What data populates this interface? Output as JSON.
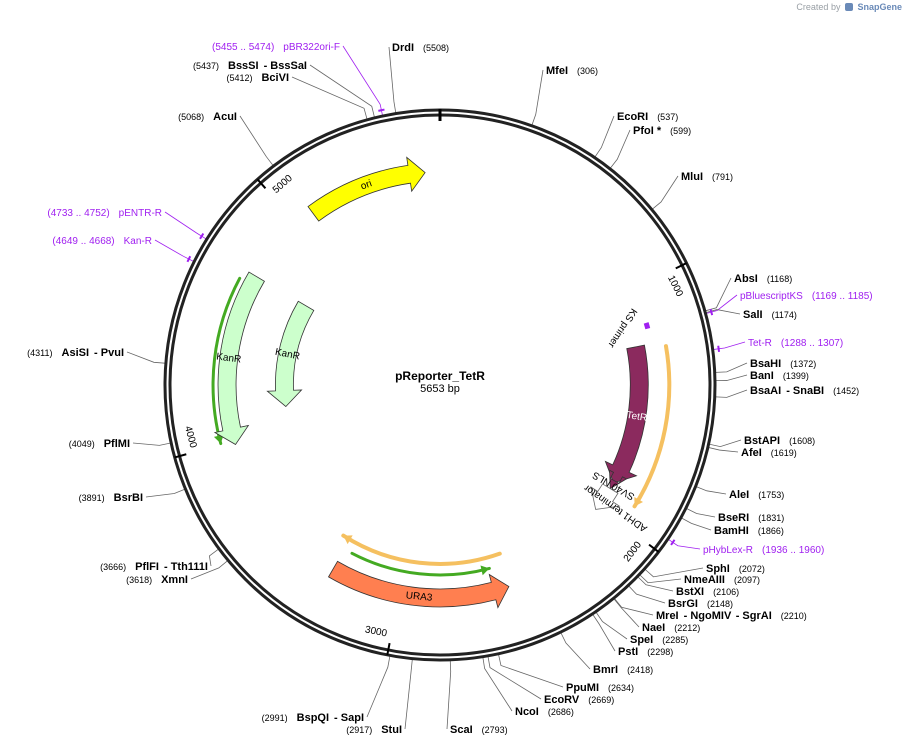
{
  "credit": {
    "prefix": "Created by",
    "brand": "SnapGene"
  },
  "plasmid": {
    "name": "pReporter_TetR",
    "size": "5653 bp",
    "length": 5653
  },
  "colors": {
    "ori": "#ffff00",
    "kanr": "#ccffcc",
    "tetr": "#8b2a5e",
    "ura3": "#ff7f50",
    "primer": "#a020f0",
    "orange_outline": "#f5c060",
    "green_outline": "#44aa22",
    "nls": "#8b2a5e"
  },
  "ticks": [
    {
      "pos": 1000,
      "label": "1000"
    },
    {
      "pos": 2000,
      "label": "2000"
    },
    {
      "pos": 3000,
      "label": "3000"
    },
    {
      "pos": 4000,
      "label": "4000"
    },
    {
      "pos": 5000,
      "label": "5000"
    }
  ],
  "features": [
    {
      "name": "ori",
      "label": "ori",
      "start": 5080,
      "end": 5590,
      "strand": 1,
      "track": 0.78,
      "kind": "ori"
    },
    {
      "name": "kanr-outer",
      "label": "KanR",
      "start": 3985,
      "end": 4720,
      "strand": -1,
      "track": 0.78,
      "kind": "kanr"
    },
    {
      "name": "kanr-inner",
      "label": "KanR",
      "start": 4115,
      "end": 4720,
      "strand": -1,
      "track": 0.57,
      "kind": "kanr"
    },
    {
      "name": "tetr",
      "label": "TetR",
      "start": 1240,
      "end": 1875,
      "strand": 1,
      "track": 0.73,
      "kind": "tetr"
    },
    {
      "name": "sv40-nls",
      "label": "SV40 NLS",
      "start": 1865,
      "end": 1905,
      "strand": 1,
      "track": 0.73,
      "kind": "nls"
    },
    {
      "name": "adh1-terminator",
      "label": "ADH1 terminator",
      "start": 1905,
      "end": 2020,
      "strand": 1,
      "track": 0.73,
      "kind": "term"
    },
    {
      "name": "ura3",
      "label": "URA3",
      "start": 2530,
      "end": 3300,
      "strand": -1,
      "track": 0.78,
      "kind": "ura3"
    }
  ],
  "primers": [
    {
      "name": "ks-primer",
      "label": "KS primer",
      "start": 1150,
      "end": 1175,
      "kind": "interior"
    }
  ],
  "sites": [
    {
      "name": "DrdI",
      "pos": 5508,
      "left": [],
      "right": [
        {
          "t": "DrdI",
          "b": true
        },
        {
          "t": "(5508)"
        }
      ]
    },
    {
      "name": "MfeI",
      "pos": 306,
      "right": [
        {
          "t": "MfeI",
          "b": true
        },
        {
          "t": "(306)"
        }
      ]
    },
    {
      "name": "EcoRI",
      "pos": 537,
      "right": [
        {
          "t": "EcoRI",
          "b": true
        },
        {
          "t": "(537)"
        }
      ]
    },
    {
      "name": "PfoI",
      "pos": 599,
      "right": [
        {
          "t": "PfoI *",
          "b": true
        },
        {
          "t": "(599)"
        }
      ]
    },
    {
      "name": "MluI",
      "pos": 791,
      "right": [
        {
          "t": "MluI",
          "b": true
        },
        {
          "t": "(791)"
        }
      ]
    },
    {
      "name": "AbsI",
      "pos": 1168,
      "right": [
        {
          "t": "AbsI",
          "b": true
        },
        {
          "t": "(1168)"
        }
      ]
    },
    {
      "name": "pBluescriptKS",
      "pos": 1177,
      "primer": true,
      "right": [
        {
          "t": "pBluescriptKS",
          "p": true
        },
        {
          "t": "(1169 .. 1185)",
          "p": true
        }
      ]
    },
    {
      "name": "SalI",
      "pos": 1174,
      "right": [
        {
          "t": "SalI",
          "b": true
        },
        {
          "t": "(1174)"
        }
      ]
    },
    {
      "name": "Tet-R",
      "pos": 1297,
      "primer": true,
      "right": [
        {
          "t": "Tet-R",
          "p": true
        },
        {
          "t": "(1288 .. 1307)",
          "p": true
        }
      ]
    },
    {
      "name": "BsaHI",
      "pos": 1372,
      "right": [
        {
          "t": "BsaHI",
          "b": true
        },
        {
          "t": "(1372)"
        }
      ]
    },
    {
      "name": "BanI",
      "pos": 1399,
      "right": [
        {
          "t": "BanI",
          "b": true
        },
        {
          "t": "(1399)"
        }
      ]
    },
    {
      "name": "BsaAI-SnaBI",
      "pos": 1452,
      "right": [
        {
          "t": "BsaAI",
          "b": true
        },
        {
          "t": "- SnaBI",
          "b": true
        },
        {
          "t": "(1452)"
        }
      ]
    },
    {
      "name": "BstAPI",
      "pos": 1608,
      "right": [
        {
          "t": "BstAPI",
          "b": true
        },
        {
          "t": "(1608)"
        }
      ]
    },
    {
      "name": "AfeI",
      "pos": 1619,
      "right": [
        {
          "t": "AfeI",
          "b": true
        },
        {
          "t": "(1619)"
        }
      ]
    },
    {
      "name": "AleI",
      "pos": 1753,
      "right": [
        {
          "t": "AleI",
          "b": true
        },
        {
          "t": "(1753)"
        }
      ]
    },
    {
      "name": "BseRI",
      "pos": 1831,
      "right": [
        {
          "t": "BseRI",
          "b": true
        },
        {
          "t": "(1831)"
        }
      ]
    },
    {
      "name": "BamHI",
      "pos": 1866,
      "right": [
        {
          "t": "BamHI",
          "b": true
        },
        {
          "t": "(1866)"
        }
      ]
    },
    {
      "name": "pHybLex-R",
      "pos": 1948,
      "primer": true,
      "right": [
        {
          "t": "pHybLex-R",
          "p": true
        },
        {
          "t": "(1936 .. 1960)",
          "p": true
        }
      ]
    },
    {
      "name": "SphI",
      "pos": 2072,
      "right": [
        {
          "t": "SphI",
          "b": true
        },
        {
          "t": "(2072)"
        }
      ]
    },
    {
      "name": "NmeAIII",
      "pos": 2097,
      "right": [
        {
          "t": "NmeAIII",
          "b": true
        },
        {
          "t": "(2097)"
        }
      ]
    },
    {
      "name": "BstXI",
      "pos": 2106,
      "right": [
        {
          "t": "BstXI",
          "b": true
        },
        {
          "t": "(2106)"
        }
      ]
    },
    {
      "name": "BsrGI",
      "pos": 2148,
      "right": [
        {
          "t": "BsrGI",
          "b": true
        },
        {
          "t": "(2148)"
        }
      ]
    },
    {
      "name": "MreI-NgoMIV-SgrAI",
      "pos": 2210,
      "right": [
        {
          "t": "MreI",
          "b": true
        },
        {
          "t": "- NgoMIV",
          "b": true
        },
        {
          "t": "- SgrAI",
          "b": true
        },
        {
          "t": "(2210)"
        }
      ]
    },
    {
      "name": "NaeI",
      "pos": 2212,
      "right": [
        {
          "t": "NaeI",
          "b": true
        },
        {
          "t": "(2212)"
        }
      ]
    },
    {
      "name": "SpeI",
      "pos": 2285,
      "right": [
        {
          "t": "SpeI",
          "b": true
        },
        {
          "t": "(2285)"
        }
      ]
    },
    {
      "name": "PstI",
      "pos": 2298,
      "right": [
        {
          "t": "PstI",
          "b": true
        },
        {
          "t": "(2298)"
        }
      ]
    },
    {
      "name": "BmrI",
      "pos": 2418,
      "right": [
        {
          "t": "BmrI",
          "b": true
        },
        {
          "t": "(2418)"
        }
      ]
    },
    {
      "name": "PpuMI",
      "pos": 2634,
      "right": [
        {
          "t": "PpuMI",
          "b": true
        },
        {
          "t": "(2634)"
        }
      ]
    },
    {
      "name": "EcoRV",
      "pos": 2669,
      "right": [
        {
          "t": "EcoRV",
          "b": true
        },
        {
          "t": "(2669)"
        }
      ]
    },
    {
      "name": "NcoI",
      "pos": 2686,
      "right": [
        {
          "t": "NcoI",
          "b": true
        },
        {
          "t": "(2686)"
        }
      ]
    },
    {
      "name": "ScaI",
      "pos": 2793,
      "right": [
        {
          "t": "ScaI",
          "b": true
        },
        {
          "t": "(2793)"
        }
      ]
    },
    {
      "name": "StuI",
      "pos": 2917,
      "left": [
        {
          "t": "(2917)"
        },
        {
          "t": "StuI",
          "b": true
        }
      ]
    },
    {
      "name": "BspQI-SapI",
      "pos": 2991,
      "left": [
        {
          "t": "(2991)"
        },
        {
          "t": "BspQI",
          "b": true
        },
        {
          "t": "- SapI",
          "b": true
        }
      ]
    },
    {
      "name": "XmnI",
      "pos": 3618,
      "left": [
        {
          "t": "(3618)"
        },
        {
          "t": "XmnI",
          "b": true
        }
      ]
    },
    {
      "name": "PflFI-Tth111I",
      "pos": 3666,
      "left": [
        {
          "t": "(3666)"
        },
        {
          "t": "PflFI",
          "b": true
        },
        {
          "t": "- Tth111I",
          "b": true
        }
      ]
    },
    {
      "name": "BsrBI",
      "pos": 3891,
      "left": [
        {
          "t": "(3891)"
        },
        {
          "t": "BsrBI",
          "b": true
        }
      ]
    },
    {
      "name": "PflMI",
      "pos": 4049,
      "left": [
        {
          "t": "(4049)"
        },
        {
          "t": "PflMI",
          "b": true
        }
      ]
    },
    {
      "name": "AsiSI-PvuI",
      "pos": 4311,
      "left": [
        {
          "t": "(4311)"
        },
        {
          "t": "AsiSI",
          "b": true
        },
        {
          "t": "- PvuI",
          "b": true
        }
      ]
    },
    {
      "name": "Kan-R",
      "pos": 4658,
      "primer": true,
      "left": [
        {
          "t": "(4649 .. 4668)",
          "p": true
        },
        {
          "t": "Kan-R",
          "p": true
        }
      ]
    },
    {
      "name": "pENTR-R",
      "pos": 4742,
      "primer": true,
      "left": [
        {
          "t": "(4733 .. 4752)",
          "p": true
        },
        {
          "t": "pENTR-R",
          "p": true
        }
      ]
    },
    {
      "name": "AcuI",
      "pos": 5068,
      "left": [
        {
          "t": "(5068)"
        },
        {
          "t": "AcuI",
          "b": true
        }
      ]
    },
    {
      "name": "BciVI",
      "pos": 5412,
      "left": [
        {
          "t": "(5412)"
        },
        {
          "t": "BciVI",
          "b": true
        }
      ]
    },
    {
      "name": "BssSI-BssSaI",
      "pos": 5437,
      "left": [
        {
          "t": "(5437)"
        },
        {
          "t": "BssSI",
          "b": true
        },
        {
          "t": "- BssSaI",
          "b": true
        }
      ]
    },
    {
      "name": "pBR322ori-F",
      "pos": 5464,
      "primer": true,
      "left": [
        {
          "t": "(5455 .. 5474)",
          "p": true
        },
        {
          "t": "pBR322ori-F",
          "p": true
        }
      ]
    }
  ]
}
